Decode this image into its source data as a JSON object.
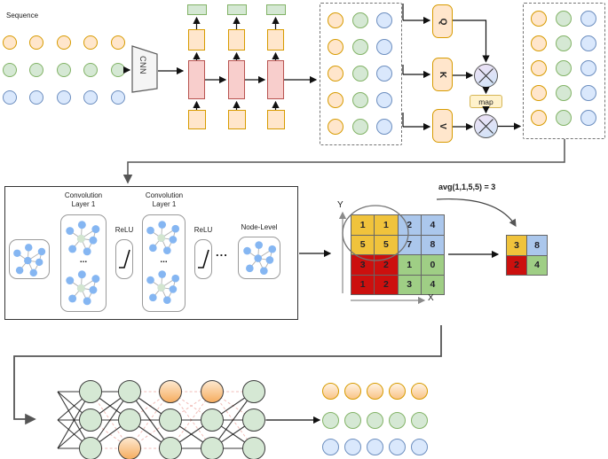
{
  "sequence": {
    "label": "Sequence"
  },
  "cnn": {
    "label": "CNN"
  },
  "attention": {
    "q_label": "Q",
    "k_label": "K",
    "v_label": "V",
    "map_label": "map"
  },
  "gnn": {
    "conv1": {
      "line1": "Convolution",
      "line2": "Layer 1"
    },
    "conv2": {
      "line1": "Convolution",
      "line2": "Layer 1"
    },
    "relu1_label": "ReLU",
    "relu2_label": "ReLU",
    "inner_dots1": "...",
    "inner_dots2": "...",
    "dots": "...",
    "node_level_label": "Node-Level"
  },
  "pooling": {
    "y_axis_label": "Y",
    "x_axis_label": "X",
    "annotation": "avg(1,1,5,5) = 3",
    "grid": [
      [
        1,
        1,
        2,
        4
      ],
      [
        5,
        5,
        7,
        8
      ],
      [
        3,
        2,
        1,
        0
      ],
      [
        1,
        2,
        3,
        4
      ]
    ],
    "grid_colors": [
      [
        "yellow",
        "yellow",
        "blue",
        "blue"
      ],
      [
        "yellow",
        "yellow",
        "blue",
        "blue"
      ],
      [
        "red",
        "red",
        "green",
        "green"
      ],
      [
        "red",
        "red",
        "green",
        "green"
      ]
    ],
    "result": [
      [
        3,
        8
      ],
      [
        2,
        4
      ]
    ],
    "result_colors": [
      [
        "yellow",
        "blue"
      ],
      [
        "red",
        "green"
      ]
    ],
    "palette": {
      "yellow": "#f0c33c",
      "blue": "#abc7ec",
      "red": "#cc100e",
      "green": "#9fce85"
    }
  },
  "dot_colors": {
    "orange_fill": "#ffe6cc",
    "orange_stroke": "#d79b00",
    "green_fill": "#d5e8d4",
    "green_stroke": "#82b366",
    "blue_fill": "#dae8fc",
    "blue_stroke": "#6c8ebf"
  }
}
